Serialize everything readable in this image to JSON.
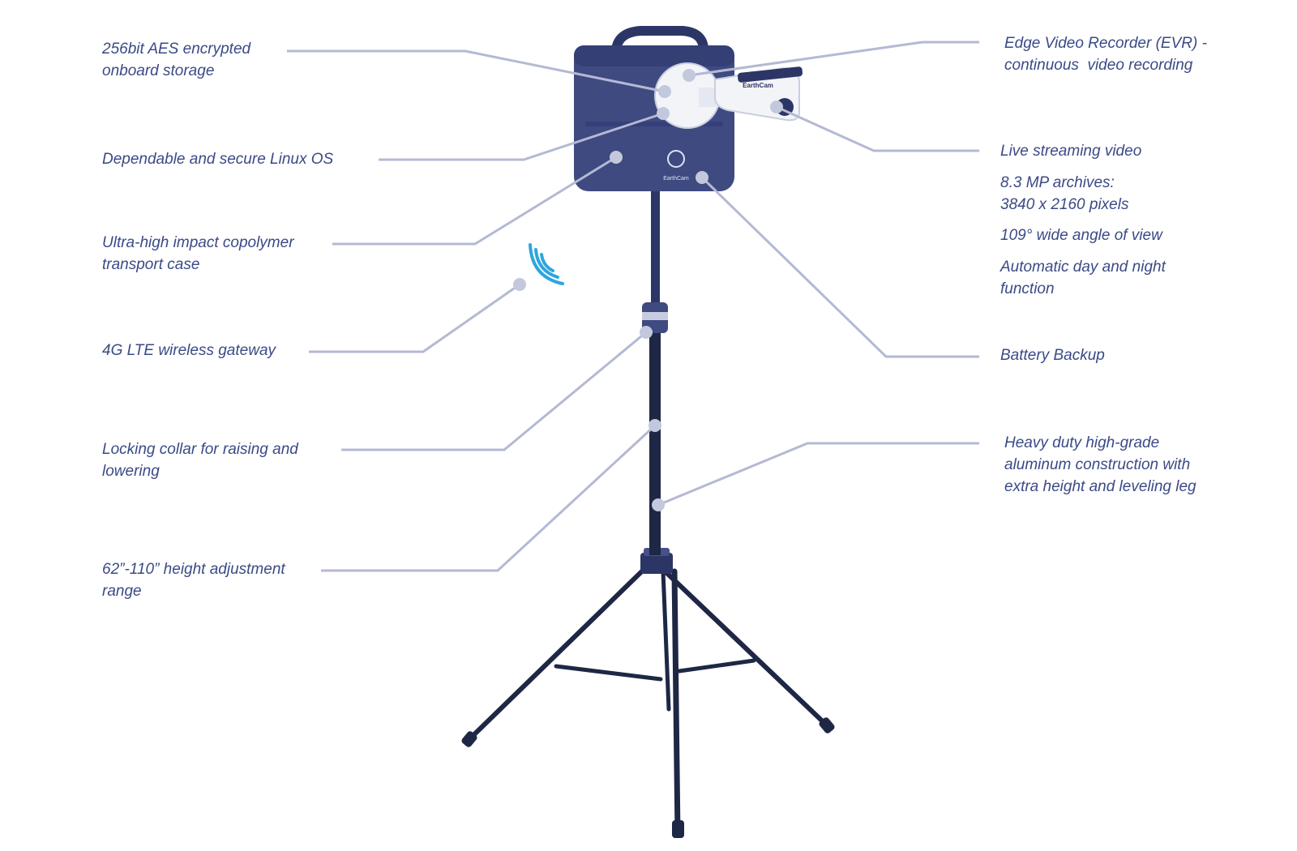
{
  "colors": {
    "text": "#3a4a86",
    "leader": "#b4b9d4",
    "dot": "#c3c8dc",
    "device": "#3e4a80",
    "device_dark": "#2c3666",
    "tripod": "#1e2744",
    "camera_body": "#f3f4f8",
    "wireless": "#2ea6dd"
  },
  "brand": {
    "case_logo": "EarthCam",
    "camera_logo": "EarthCam"
  },
  "labels": {
    "storage": [
      "256bit AES encrypted",
      "onboard storage"
    ],
    "linux": [
      "Dependable and secure Linux OS"
    ],
    "case": [
      "Ultra-high impact copolymer",
      "transport case"
    ],
    "lte": [
      "4G LTE wireless gateway"
    ],
    "collar": [
      "Locking collar for raising and",
      "lowering"
    ],
    "height": [
      "62”-110” height adjustment",
      "range"
    ],
    "evr": [
      "Edge Video Recorder (EVR) -",
      "continuous  video recording"
    ],
    "streaming": [
      "Live streaming video"
    ],
    "archives": [
      "8.3 MP archives:",
      "3840 x 2160 pixels"
    ],
    "angle": [
      "109° wide angle of view"
    ],
    "daynight": [
      "Automatic day and night",
      "function"
    ],
    "battery": [
      "Battery Backup"
    ],
    "aluminum": [
      "Heavy duty high-grade",
      "aluminum construction with",
      "extra height and leveling leg"
    ]
  },
  "icons": {
    "wireless": "wifi-signal-icon"
  }
}
